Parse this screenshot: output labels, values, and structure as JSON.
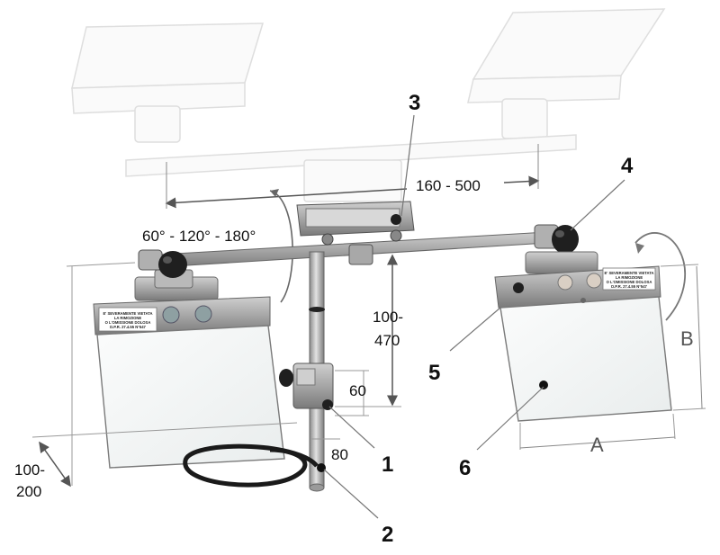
{
  "callouts": {
    "c1": "1",
    "c2": "2",
    "c3": "3",
    "c4": "4",
    "c5": "5",
    "c6": "6"
  },
  "dimensions": {
    "width_range": "160 - 500",
    "rotation": "60° - 120° - 180°",
    "height_range_top": "100-",
    "height_range_bottom": "470",
    "clamp_height": "60",
    "clamp_depth": "80",
    "depth_range_top": "100-",
    "depth_range_bottom": "200",
    "screen_height": "B",
    "screen_width": "A"
  },
  "warning_label": {
    "line1": "E' SEVERAMENTE VIETATA",
    "line2": "LA RIMOZIONE",
    "line3": "O L'OMISSIONE DOLOSA",
    "line4": "D.P.R. 27.4.55 N°547"
  },
  "colors": {
    "metal": "#9a9a9a",
    "metal_dark": "#5a5a5a",
    "screen": "#f4f6f6",
    "knob": "#222222",
    "dimension_line": "#666666"
  }
}
